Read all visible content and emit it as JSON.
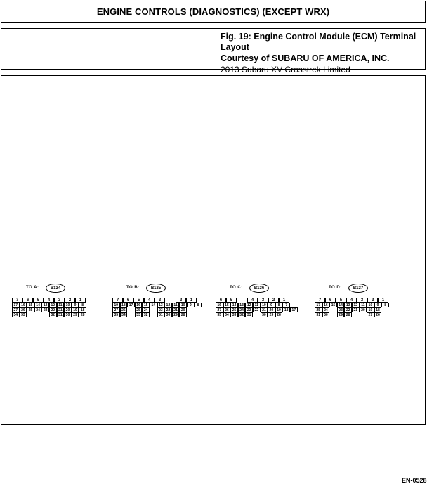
{
  "header": {
    "title": "ENGINE CONTROLS (DIAGNOSTICS) (EXCEPT WRX)"
  },
  "info": {
    "fig_caption": "Fig. 19: Engine Control Module (ECM) Terminal Layout",
    "courtesy": "Courtesy of SUBARU OF AMERICA, INC.",
    "vehicle": "2013 Subaru XV Crosstrek Limited"
  },
  "connectors": [
    {
      "to": "TO A:",
      "id": "B134",
      "rows": [
        [
          "7",
          "6",
          "5",
          "4",
          "3",
          "2",
          "1"
        ],
        [
          "17",
          "16",
          "15",
          "14",
          "13",
          "12",
          "11",
          "10",
          "9",
          "8"
        ],
        [
          "27",
          "26",
          "25",
          "24",
          "23",
          "22",
          "21",
          "20",
          "19",
          "18"
        ],
        [
          "34",
          "33",
          "",
          "",
          "",
          "32",
          "31",
          "30",
          "29",
          "28"
        ]
      ]
    },
    {
      "to": "TO B:",
      "id": "B135",
      "rows": [
        [
          "7",
          "6",
          "5",
          "4",
          "3",
          "",
          "2",
          "1"
        ],
        [
          "19",
          "18",
          "17",
          "16",
          "15",
          "14",
          "13",
          "12",
          "11",
          "10",
          "9",
          "8"
        ],
        [
          "27",
          "26",
          "",
          "25",
          "24",
          "",
          "23",
          "22",
          "21",
          "20"
        ],
        [
          "35",
          "34",
          "",
          "33",
          "32",
          "",
          "31",
          "30",
          "29",
          "28"
        ]
      ]
    },
    {
      "to": "TO C:",
      "id": "B136",
      "rows": [
        [
          "6",
          "5",
          "",
          "4",
          "3",
          "2",
          "1"
        ],
        [
          "16",
          "15",
          "14",
          "13",
          "12",
          "11",
          "10",
          "9",
          "8",
          "7"
        ],
        [
          "27",
          "26",
          "25",
          "24",
          "23",
          "22",
          "21",
          "20",
          "19",
          "18",
          "17"
        ],
        [
          "35",
          "34",
          "33",
          "32",
          "31",
          "",
          "30",
          "29",
          "28"
        ]
      ]
    },
    {
      "to": "TO D:",
      "id": "B137",
      "rows": [
        [
          "7",
          "6",
          "5",
          "4",
          "3",
          "2",
          "1"
        ],
        [
          "17",
          "16",
          "15",
          "14",
          "13",
          "12",
          "11",
          "10",
          "9",
          "8"
        ],
        [
          "25",
          "24",
          "",
          "23",
          "22",
          "21",
          "20",
          "19",
          "18"
        ],
        [
          "31",
          "30",
          "",
          "29",
          "28",
          "",
          "",
          "27",
          "26"
        ]
      ]
    }
  ],
  "reference_code": "EN-0528"
}
